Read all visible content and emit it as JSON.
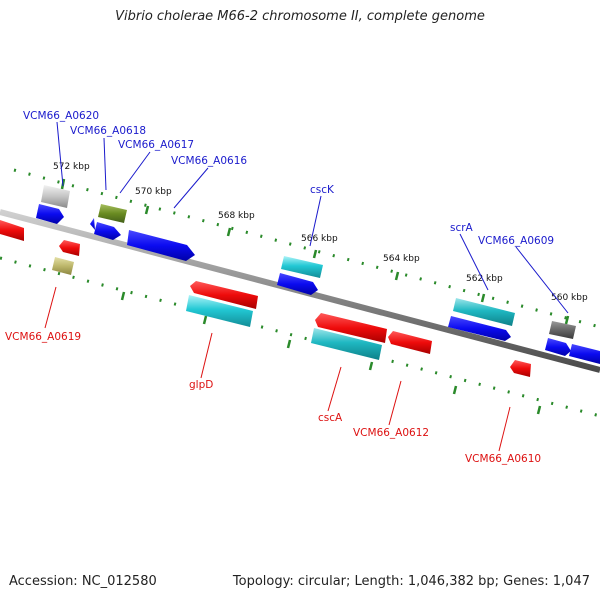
{
  "title": "Vibrio cholerae M66-2 chromosome II, complete genome",
  "footer": {
    "accession": "Accession: NC_012580",
    "summary": "Topology: circular; Length: 1,046,382 bp; Genes: 1,047"
  },
  "scale_labels": [
    "572 kbp",
    "570 kbp",
    "568 kbp",
    "566 kbp",
    "564 kbp",
    "562 kbp",
    "560 kbp"
  ],
  "gene_labels": [
    {
      "name": "VCM66_A0620",
      "strand": "plus",
      "color": "#1a1acc"
    },
    {
      "name": "VCM66_A0618",
      "strand": "plus",
      "color": "#1a1acc"
    },
    {
      "name": "VCM66_A0617",
      "strand": "plus",
      "color": "#1a1acc"
    },
    {
      "name": "VCM66_A0616",
      "strand": "plus",
      "color": "#1a1acc"
    },
    {
      "name": "cscK",
      "strand": "plus",
      "color": "#1a1acc"
    },
    {
      "name": "scrA",
      "strand": "plus",
      "color": "#1a1acc"
    },
    {
      "name": "VCM66_A0609",
      "strand": "plus",
      "color": "#1a1acc"
    },
    {
      "name": "VCM66_A0619",
      "strand": "minus",
      "color": "#dd1111"
    },
    {
      "name": "glpD",
      "strand": "minus",
      "color": "#dd1111"
    },
    {
      "name": "cscA",
      "strand": "minus",
      "color": "#dd1111"
    },
    {
      "name": "VCM66_A0612",
      "strand": "minus",
      "color": "#dd1111"
    },
    {
      "name": "VCM66_A0610",
      "strand": "minus",
      "color": "#dd1111"
    }
  ],
  "colors": {
    "plus_strand": "#0b0bf0",
    "minus_strand": "#ee0b0b",
    "cyan_feature": "#22c8d4",
    "backbone": "#808080",
    "ticks": "#2a8a2a"
  }
}
